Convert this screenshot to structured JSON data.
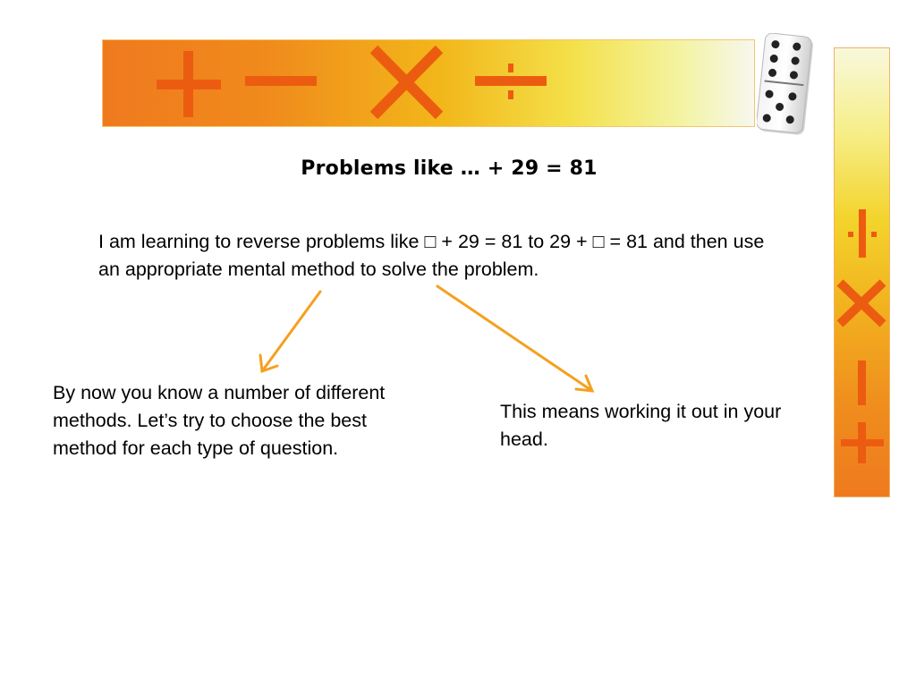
{
  "slide": {
    "title": "Problems like … + 29 = 81",
    "objective": "I am learning to reverse problems like □ + 29 = 81 to 29 + □ = 81 and then use an appropriate mental method to solve the problem.",
    "left_note": "By now you know a number of different methods. Let’s try to choose the best method for each type of question.",
    "right_note": "This means working it out in your head."
  },
  "decor": {
    "top_symbols": [
      "plus-icon",
      "minus-icon",
      "times-icon",
      "divide-icon"
    ],
    "side_symbols": [
      "divide-icon",
      "times-icon",
      "minus-icon",
      "plus-icon"
    ],
    "domino": "domino-icon",
    "arrows": [
      "arrow-left-icon",
      "arrow-right-icon"
    ],
    "colors": {
      "symbol_orange": "#ec5c10",
      "arrow_orange": "#f5a020",
      "banner_orange": "#ef7a1e",
      "banner_yellow": "#f3d42c"
    }
  }
}
